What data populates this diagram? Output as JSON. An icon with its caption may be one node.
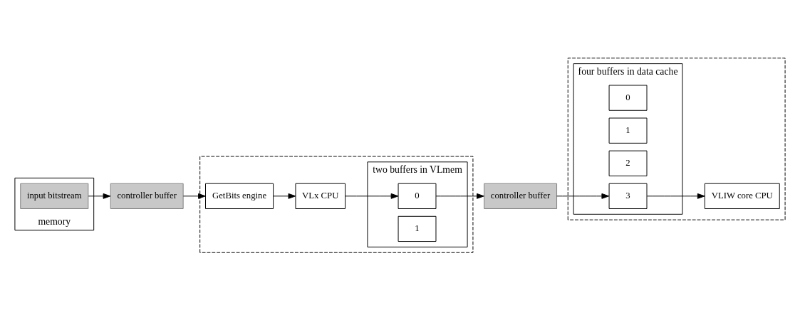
{
  "diagram": {
    "nodes": [
      {
        "text": [],
        "shape": "box"
      },
      {
        "text": [
          "GetBits engine"
        ],
        "in": 0
      },
      {
        "text": [
          "VLx CPU"
        ],
        "in": 0
      },
      {
        "text": [
          "two buffers in VLmem"
        ],
        "in": 0
      },
      {
        "text": [
          "0"
        ],
        "in": 3
      },
      {
        "text": [
          "1"
        ],
        "in": 3
      },
      {
        "text": [
          "controller buffer"
        ]
      },
      {
        "text": [
          "memory"
        ]
      },
      {
        "text": [
          "input bitstream"
        ],
        "in": 7
      },
      {
        "text": [
          "controller buffer"
        ]
      },
      {
        "text": [],
        "shape": "box"
      },
      {
        "text": [
          "four buffers in data cache"
        ],
        "in": 10
      },
      {
        "text": [
          "0"
        ],
        "in": 11
      },
      {
        "text": [
          "1"
        ],
        "in": 11
      },
      {
        "text": [
          "2"
        ],
        "in": 11
      },
      {
        "text": [
          "3"
        ],
        "in": 11
      },
      {
        "text": [
          "VLIW core CPU"
        ],
        "in": 10
      }
    ],
    "edges": [
      {
        "from": 8,
        "to": 6,
        "arrow": "to"
      },
      {
        "from": 6,
        "to": 1,
        "arrow": "to"
      },
      {
        "from": 1,
        "to": 2,
        "arrow": "to"
      },
      {
        "from": 2,
        "to": 4,
        "arrow": "to"
      },
      {
        "from": 4,
        "to": 9,
        "arrow": "to"
      },
      {
        "from": 9,
        "to": 15,
        "arrow": "to"
      },
      {
        "from": 15,
        "to": 16,
        "arrow": "to"
      }
    ]
  }
}
